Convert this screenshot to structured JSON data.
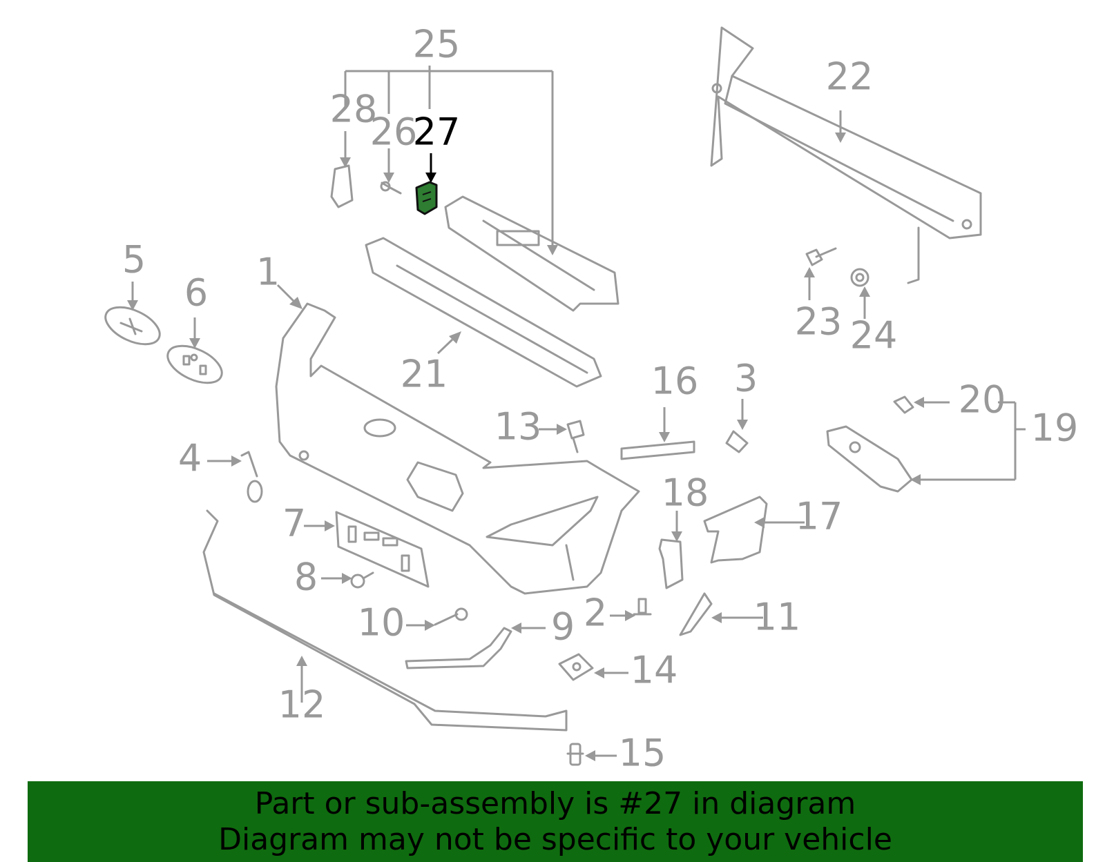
{
  "callouts": {
    "c1": "1",
    "c2": "2",
    "c3": "3",
    "c4": "4",
    "c5": "5",
    "c6": "6",
    "c7": "7",
    "c8": "8",
    "c9": "9",
    "c10": "10",
    "c11": "11",
    "c12": "12",
    "c13": "13",
    "c14": "14",
    "c15": "15",
    "c16": "16",
    "c17": "17",
    "c18": "18",
    "c19": "19",
    "c20": "20",
    "c21": "21",
    "c22": "22",
    "c23": "23",
    "c24": "24",
    "c25": "25",
    "c26": "26",
    "c27": "27",
    "c28": "28"
  },
  "highlight": {
    "part_number": "27",
    "color": "#2e7d32"
  },
  "banner": {
    "line1": "Part or sub-assembly is #27 in diagram",
    "line2": "Diagram may not be specific to your vehicle",
    "background": "#0f6b0f"
  }
}
